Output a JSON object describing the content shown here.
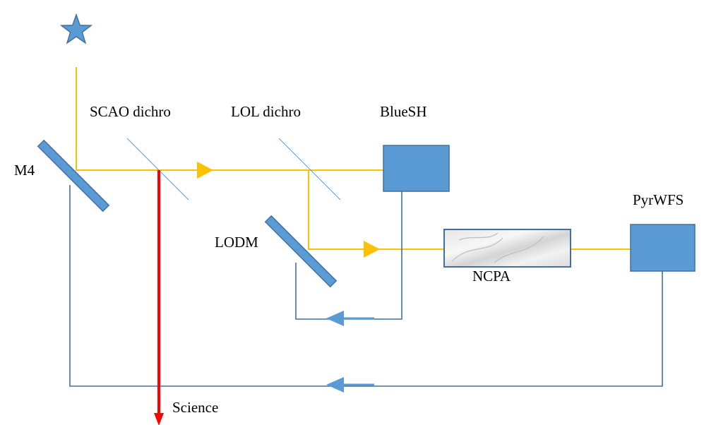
{
  "labels": {
    "m4": "M4",
    "scao_dichro": "SCAO dichro",
    "lol_dichro": "LOL dichro",
    "bluesh": "BlueSH",
    "pyrwfs": "PyrWFS",
    "lodm": "LODM",
    "ncpa": "NCPA",
    "science": "Science"
  },
  "colors": {
    "light_beam": "#FFC000",
    "science_beam": "#FF0000",
    "control_line": "#41719C",
    "component_fill": "#5B9BD5",
    "component_stroke": "#41719C",
    "arrow_blue": "#5B9BD5"
  },
  "icons": {
    "source": "star-icon"
  }
}
